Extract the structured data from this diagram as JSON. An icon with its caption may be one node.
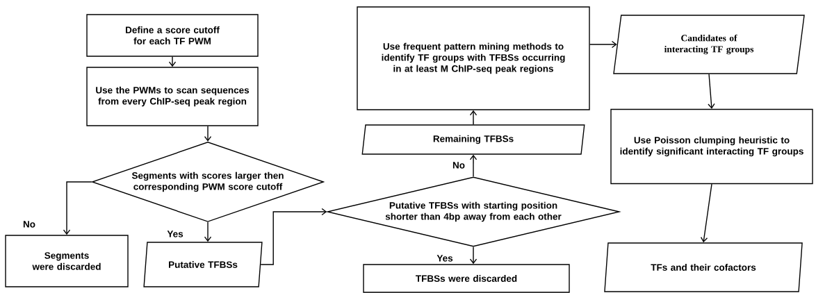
{
  "diagram": {
    "nodes": [
      {
        "text": [
          "Define a score cutoff for each TF PWM"
        ]
      },
      {
        "text": [
          "Use the PWMs to scan sequences from every ChIP-seq peak region"
        ]
      },
      {
        "text": [
          "Segments with scores larger then corresponding PWM score cutoff"
        ]
      },
      {
        "text": [
          "Segments were discarded"
        ]
      },
      {
        "text": [
          "Putative TFBSs"
        ]
      },
      {
        "text": [
          "Putative TFBSs with starting position shorter than 4bp away from each other"
        ]
      },
      {
        "text": [
          "TFBSs were discarded"
        ]
      },
      {
        "text": [
          "Remaining TFBSs"
        ]
      },
      {
        "text": [
          "Use frequent pattern mining methods to identify TF groups with TFBSs occurring in at least M ChIP-seq peak regions"
        ]
      },
      {
        "text": [
          "Candidates of interacting TF groups"
        ]
      },
      {
        "text": [
          "Use Poisson clumping heuristic to identify significant interacting TF groups"
        ]
      },
      {
        "text": [
          "TFs and their cofactors"
        ]
      }
    ],
    "edges": [
      {
        "from": 0,
        "to": 1,
        "arrow": "to"
      },
      {
        "from": 1,
        "to": 2,
        "arrow": "to"
      },
      {
        "from": 2,
        "to": 3,
        "arrow": "to",
        "label": "No"
      },
      {
        "from": 2,
        "to": 4,
        "arrow": "to",
        "label": "Yes"
      },
      {
        "from": 4,
        "to": 5,
        "arrow": "to"
      },
      {
        "from": 5,
        "to": 7,
        "arrow": "to",
        "label": "No"
      },
      {
        "from": 5,
        "to": 6,
        "arrow": "to",
        "label": "Yes"
      },
      {
        "from": 7,
        "to": 8,
        "arrow": "to"
      },
      {
        "from": 8,
        "to": 9,
        "arrow": "to"
      },
      {
        "from": 9,
        "to": 10,
        "arrow": "to"
      },
      {
        "from": 10,
        "to": 11,
        "arrow": "to"
      }
    ]
  }
}
